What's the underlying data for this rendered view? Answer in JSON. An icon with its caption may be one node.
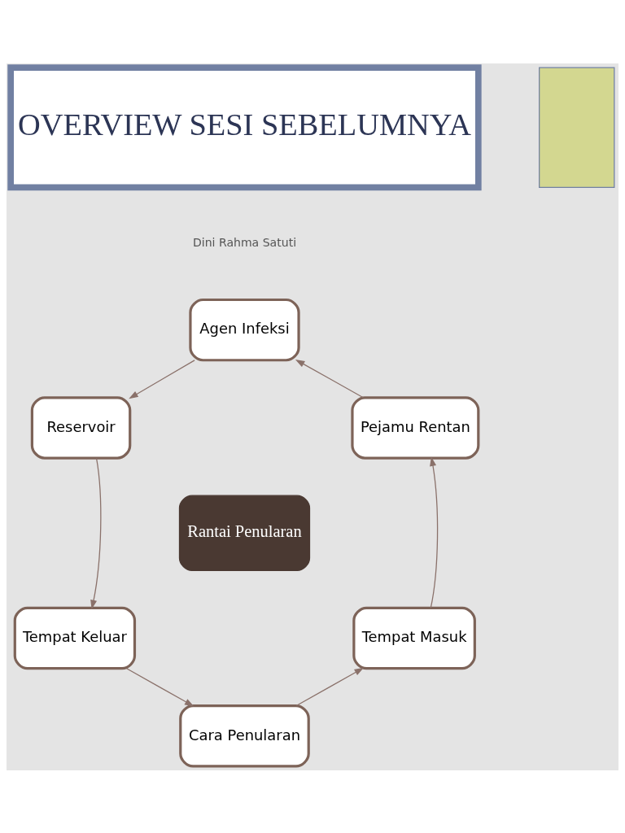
{
  "diagram": {
    "nodes": [
      {
        "text": [
          "OVERVIEW SESI SEBELUMNYA"
        ]
      },
      {
        "text": [],
        "shape": "box"
      },
      {
        "text": [
          "Rantai Penularan"
        ]
      },
      {
        "text": [
          "Agen Infeksi"
        ]
      },
      {
        "text": [
          "Reservoir"
        ]
      },
      {
        "text": [
          "Tempat Keluar"
        ]
      },
      {
        "text": [
          "Cara Penularan"
        ]
      },
      {
        "text": [
          "Tempat Masuk"
        ]
      },
      {
        "text": [
          "Pejamu Rentan"
        ]
      }
    ],
    "edges": [
      {
        "from": 3,
        "to": 4,
        "arrow": "to"
      },
      {
        "from": 4,
        "to": 5,
        "arrow": "to"
      },
      {
        "from": 5,
        "to": 6,
        "arrow": "to"
      },
      {
        "from": 6,
        "to": 7,
        "arrow": "to"
      },
      {
        "from": 7,
        "to": 8,
        "arrow": "to"
      },
      {
        "from": 8,
        "to": 3,
        "arrow": "to"
      }
    ],
    "labels": [
      "Dini Rahma Satuti"
    ]
  }
}
